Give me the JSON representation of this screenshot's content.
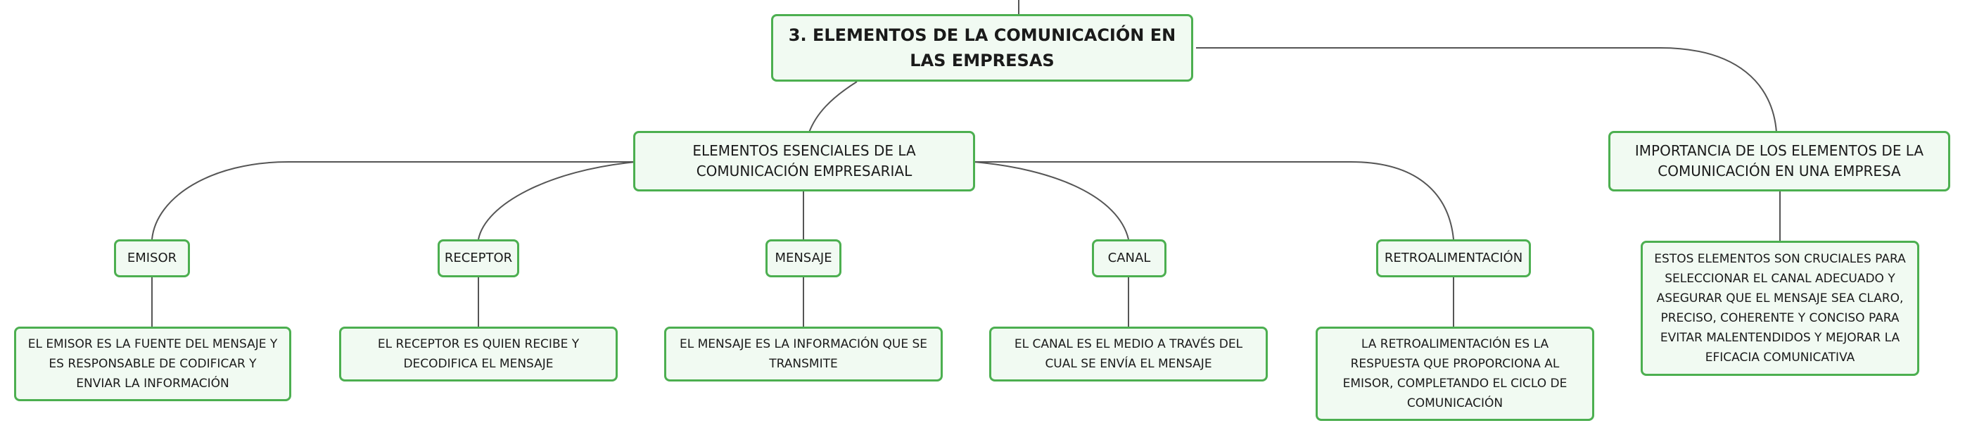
{
  "root": {
    "label": "3. ELEMENTOS DE LA COMUNICACIÓN EN LAS EMPRESAS"
  },
  "branches": [
    {
      "label": "ELEMENTOS ESENCIALES DE LA COMUNICACIÓN EMPRESARIAL",
      "children": [
        {
          "label": "EMISOR",
          "detail": "EL EMISOR ES LA FUENTE DEL MENSAJE Y ES RESPONSABLE DE CODIFICAR Y ENVIAR LA INFORMACIÓN"
        },
        {
          "label": "RECEPTOR",
          "detail": "EL RECEPTOR ES QUIEN RECIBE Y DECODIFICA EL MENSAJE"
        },
        {
          "label": "MENSAJE",
          "detail": "EL MENSAJE ES LA INFORMACIÓN QUE SE TRANSMITE"
        },
        {
          "label": "CANAL",
          "detail": "EL CANAL ES EL MEDIO A TRAVÉS DEL CUAL SE ENVÍA EL MENSAJE"
        },
        {
          "label": "RETROALIMENTACIÓN",
          "detail": "LA RETROALIMENTACIÓN ES LA RESPUESTA QUE PROPORCIONA AL EMISOR, COMPLETANDO EL CICLO DE COMUNICACIÓN"
        }
      ]
    },
    {
      "label": "IMPORTANCIA DE LOS ELEMENTOS DE LA COMUNICACIÓN EN UNA EMPRESA",
      "children": [
        {
          "detail": "ESTOS ELEMENTOS SON CRUCIALES PARA SELECCIONAR EL CANAL ADECUADO Y ASEGURAR QUE EL MENSAJE SEA CLARO, PRECISO, COHERENTE Y CONCISO PARA EVITAR MALENTENDIDOS Y MEJORAR LA EFICACIA COMUNICATIVA"
        }
      ]
    }
  ],
  "colors": {
    "border": "#4caf50",
    "fill": "#f1faf2",
    "connector": "#555555"
  }
}
